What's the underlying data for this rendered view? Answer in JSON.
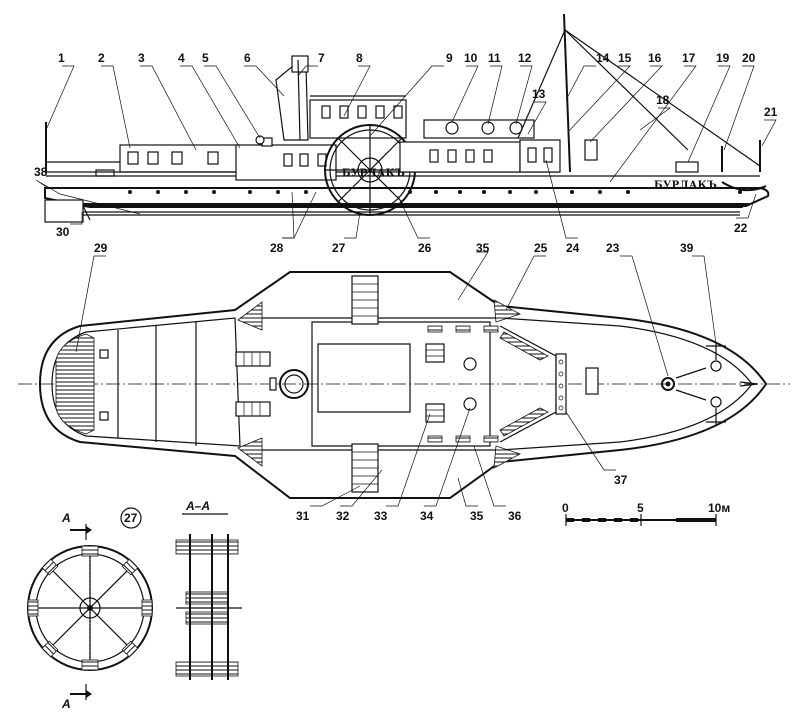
{
  "callouts": [
    "1",
    "2",
    "3",
    "4",
    "5",
    "6",
    "7",
    "8",
    "9",
    "10",
    "11",
    "12",
    "13",
    "14",
    "15",
    "16",
    "17",
    "18",
    "19",
    "20",
    "21",
    "22",
    "23",
    "24",
    "25",
    "26",
    "27",
    "28",
    "29",
    "30",
    "31",
    "32",
    "33",
    "34",
    "35",
    "35",
    "36",
    "37",
    "38",
    "39"
  ],
  "ship_name": "БУРЛАКЪ",
  "section": {
    "title": "А–А",
    "cut_mark": "А",
    "wheel_ref": "27"
  },
  "scale": {
    "tick_0": "0",
    "tick_5": "5",
    "tick_10": "10м"
  }
}
